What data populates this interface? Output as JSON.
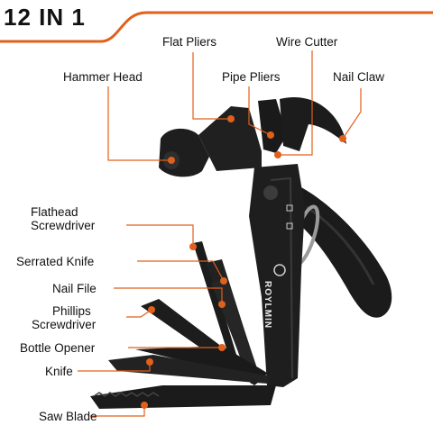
{
  "title": "12 IN 1",
  "brand": "ROYLMIN",
  "accent_color": "#e0601c",
  "labels": {
    "hammer_head": "Hammer Head",
    "flat_pliers": "Flat Pliers",
    "wire_cutter": "Wire Cutter",
    "pipe_pliers": "Pipe Pliers",
    "nail_claw": "Nail Claw",
    "flathead_line1": "Flathead",
    "flathead_line2": "Screwdriver",
    "serrated_knife": "Serrated Knife",
    "nail_file": "Nail File",
    "phillips_line1": "Phillips",
    "phillips_line2": "Screwdriver",
    "bottle_opener": "Bottle Opener",
    "knife": "Knife",
    "saw_blade": "Saw Blade"
  }
}
